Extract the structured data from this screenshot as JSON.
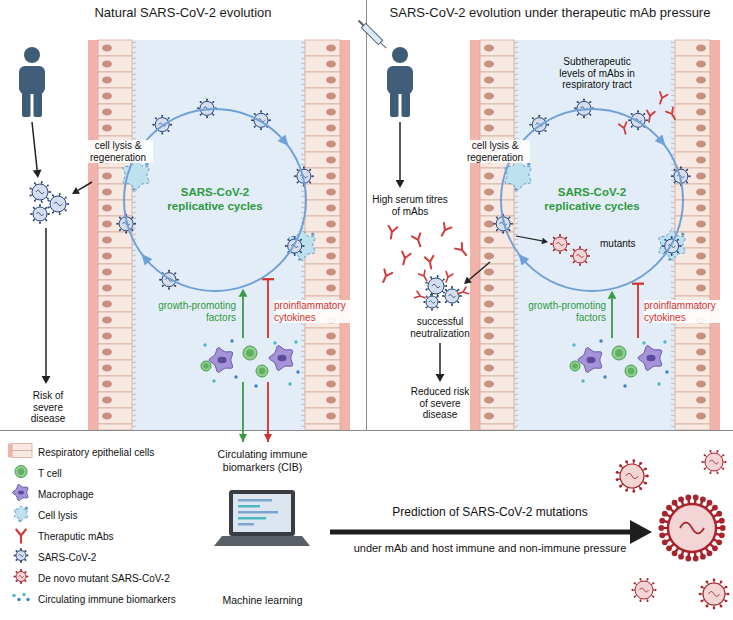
{
  "diagram": {
    "nodes": [
      {
        "text": [
          "Natural SARS-CoV-2 evolution"
        ]
      },
      {
        "text": [
          "SARS-CoV-2 replicative cycles"
        ],
        "in": 0
      },
      {
        "text": [
          "SARS-CoV-2 evolution under therapeutic mAb pressure"
        ]
      },
      {
        "text": [
          "SARS-CoV-2 replicative cycles"
        ],
        "in": 2
      },
      {
        "text": [
          "Circulating immune biomarkers (CIB)",
          "Machine learning"
        ]
      }
    ],
    "edges": [
      {
        "from": 0,
        "to": 4,
        "arrow": "to"
      },
      {
        "from": 0,
        "to": 4,
        "arrow": "to"
      }
    ],
    "labels": [
      "cell lysis & regeneration",
      "growth-promoting factors",
      "proinflammatory cytokines",
      "Risk of severe disease",
      "High serum titres of mAbs",
      "Subtherapeutic levels of mAbs in respiratory tract",
      "cell lysis & regeneration",
      "mutants",
      "successful neutralization",
      "growth-promoting factors",
      "proinflammatory cytokines",
      "Reduced risk of severe disease",
      "Prediction of SARS-CoV-2 mutations",
      "under mAb and host immune and non-immune pressure"
    ],
    "legend": [
      {
        "text": "Respiratory epithelial cells"
      },
      {
        "text": "T cell"
      },
      {
        "text": "Macrophage"
      },
      {
        "text": "Cell lysis"
      },
      {
        "text": "Theraputic mAbs"
      },
      {
        "text": "SARS-CoV-2"
      },
      {
        "text": "De novo mutant SARS-CoV-2"
      },
      {
        "text": "Circulating immune biomarkers"
      }
    ]
  }
}
